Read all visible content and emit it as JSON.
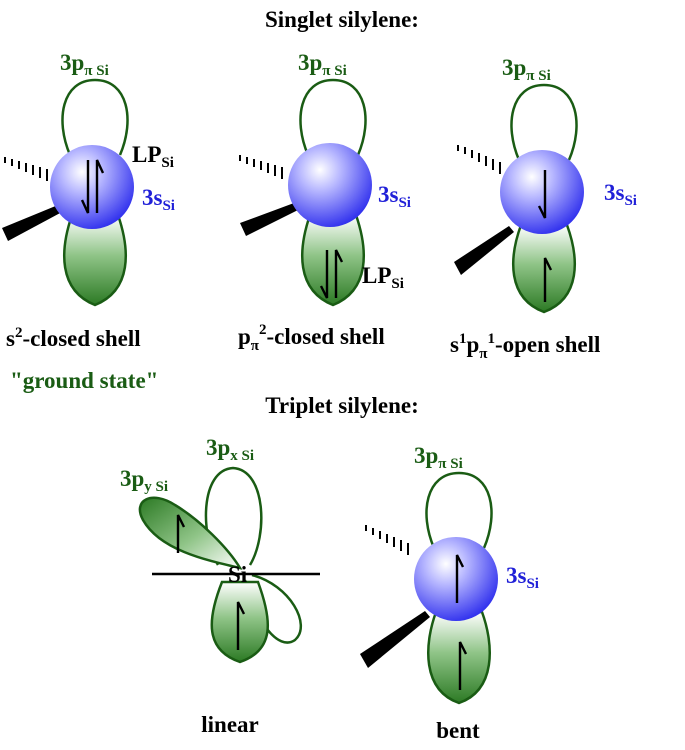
{
  "headings": {
    "singlet": "Singlet silylene:",
    "triplet": "Triplet silylene:"
  },
  "orbital_labels": {
    "p_pi_main": "3p",
    "p_pi_sub": "π Si",
    "s_main": "3s",
    "s_sub": "Si",
    "lp_main": "LP",
    "lp_sub": "Si",
    "px_main": "3p",
    "px_sub": "x Si",
    "py_main": "3p",
    "py_sub": "y Si",
    "si_atom": "Si"
  },
  "states": {
    "s2": {
      "sup": "2",
      "rest": "-closed shell"
    },
    "s2_prefix": "s",
    "ground_state": "\"ground state\"",
    "ppi2_prefix": "p",
    "ppi2_sub": "π",
    "ppi2_sup": "2",
    "ppi2_rest": "-closed shell",
    "open_s": "s",
    "open_sup1": "1",
    "open_p": "p",
    "open_sub": "π",
    "open_sup2": "1",
    "open_rest": "-open shell",
    "linear": "linear",
    "bent": "bent"
  },
  "colors": {
    "orbital_green": "#1a5c14",
    "lobe_fill_dark": "#2f7a28",
    "sphere_blue": "#3838f0",
    "label_blue": "#2020d8",
    "text_black": "#000000"
  }
}
